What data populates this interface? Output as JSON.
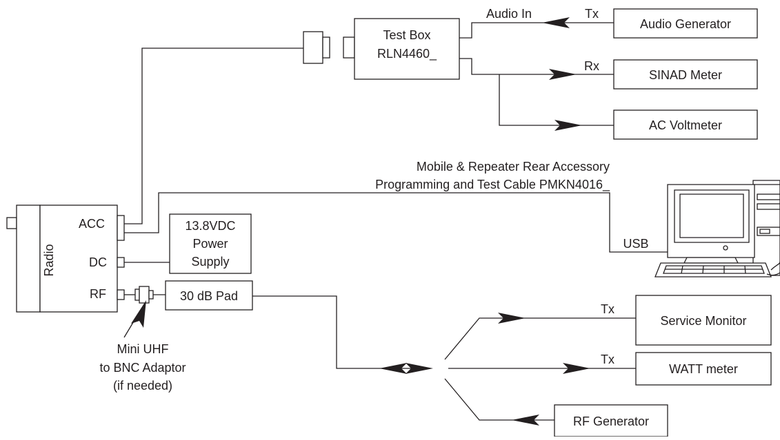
{
  "radio": {
    "title": "Radio",
    "ports": {
      "acc": "ACC",
      "dc": "DC",
      "rf": "RF"
    }
  },
  "test_box": {
    "line1": "Test Box",
    "line2": "RLN4460_"
  },
  "audio_generator": {
    "label": "Audio Generator"
  },
  "sinad_meter": {
    "label": "SINAD Meter"
  },
  "ac_voltmeter": {
    "label": "AC Voltmeter"
  },
  "signals": {
    "audio_in": "Audio In",
    "tx_audio": "Tx",
    "rx": "Rx",
    "tx_service": "Tx",
    "tx_watt": "Tx"
  },
  "cable": {
    "line1": "Mobile & Repeater Rear Accessory",
    "line2": "Programming and Test Cable PMKN4016_"
  },
  "computer": {
    "usb_label": "USB"
  },
  "power_supply": {
    "line1": "13.8VDC",
    "line2": "Power",
    "line3": "Supply"
  },
  "pad": {
    "label": "30 dB Pad"
  },
  "adaptor": {
    "line1": "Mini UHF",
    "line2": "to BNC Adaptor",
    "line3": "(if needed)"
  },
  "service_monitor": {
    "label": "Service Monitor"
  },
  "watt_meter": {
    "label": "WATT meter"
  },
  "rf_generator": {
    "label": "RF Generator"
  },
  "colors": {
    "line": "#231f20",
    "background": "#ffffff"
  }
}
